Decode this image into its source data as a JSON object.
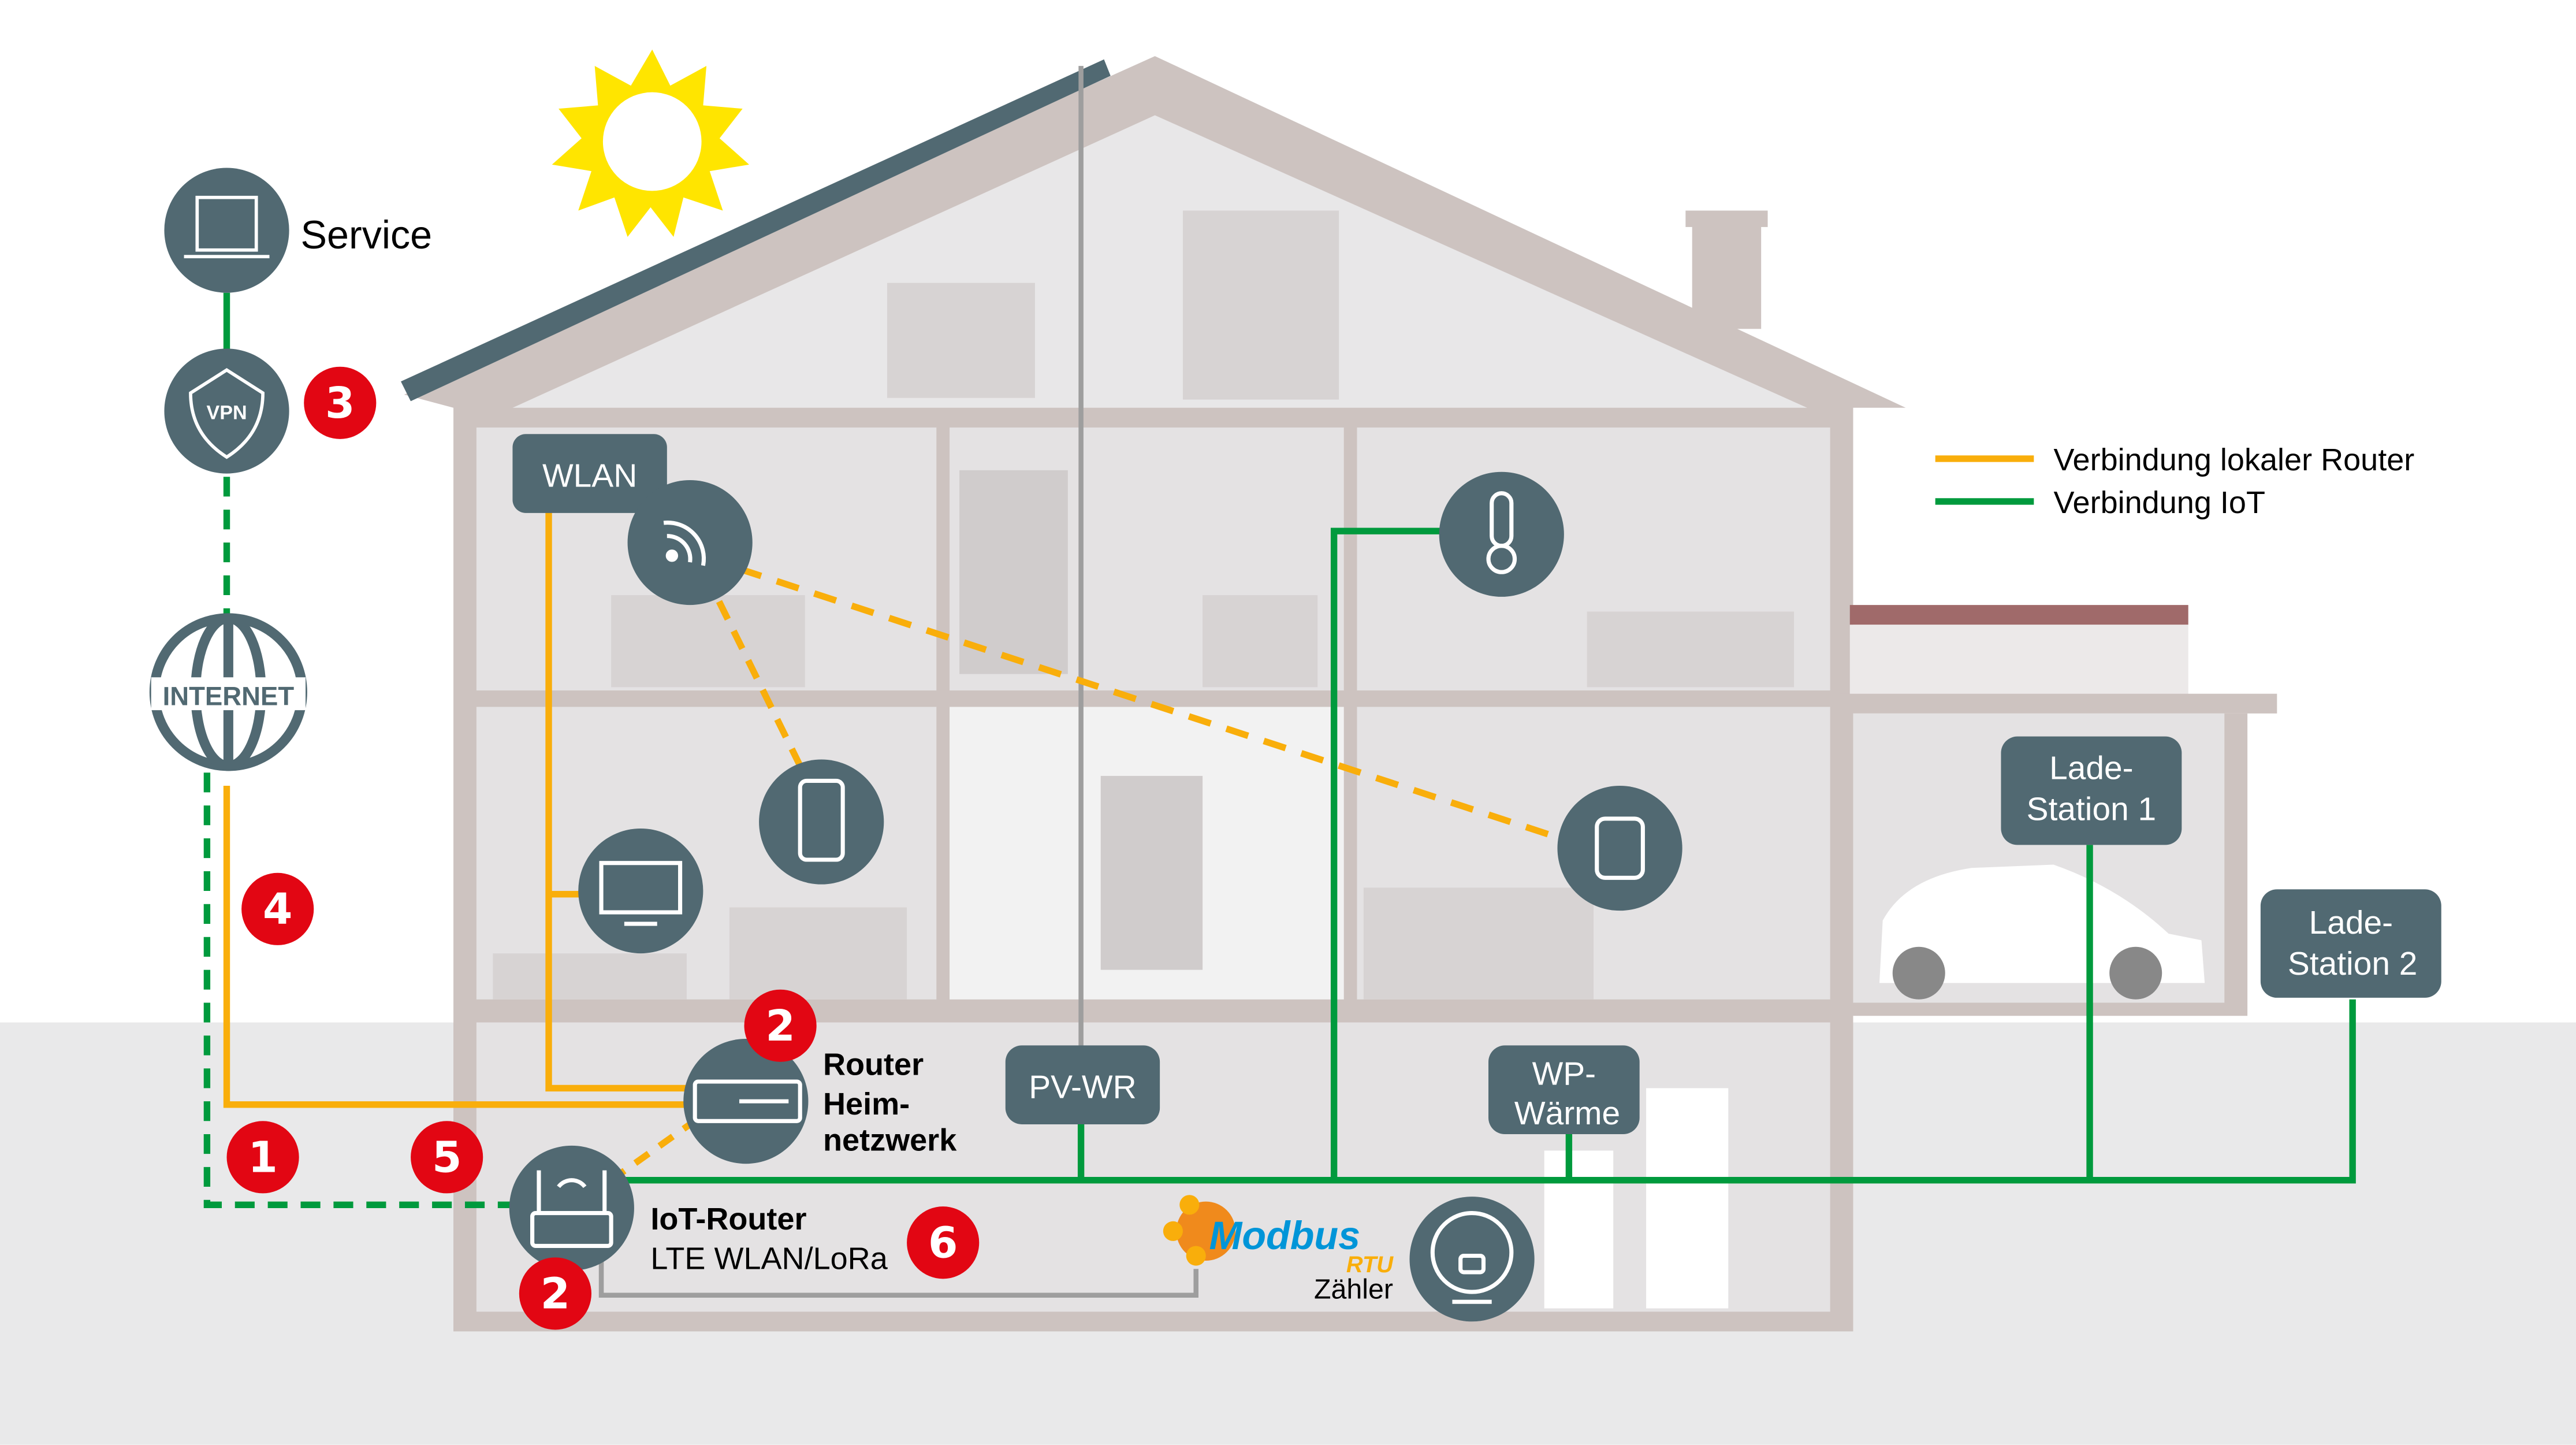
{
  "colors": {
    "node": "#516972",
    "house": "#cdc3c0",
    "interior": "#e4e2e3",
    "ground": "#e9e9ea",
    "local_router_line": "#f9ae0b",
    "iot_line": "#009a3d",
    "badge": "#e20613",
    "modbus_blue": "#0095d8",
    "modbus_orange": "#f9ae0b",
    "sun": "#ffe500"
  },
  "legend": {
    "items": [
      {
        "label": "Verbindung lokaler Router",
        "color": "#f9ae0b"
      },
      {
        "label": "Verbindung IoT",
        "color": "#009a3d"
      }
    ]
  },
  "nodes": {
    "service": {
      "label": "Service",
      "icon": "laptop-icon"
    },
    "vpn": {
      "label": "VPN",
      "icon": "shield-icon"
    },
    "internet": {
      "label": "INTERNET",
      "icon": "globe-icon"
    },
    "wlan": {
      "label": "WLAN",
      "icon": "wifi-icon"
    },
    "router_home": {
      "label_line1": "Router",
      "label_line2": "Heim-",
      "label_line3": "netzwerk",
      "icon": "router-icon"
    },
    "iot_router": {
      "label_line1": "IoT-Router",
      "label_line2": "LTE WLAN/LoRa",
      "icon": "wifi-router-icon"
    },
    "pv_wr": {
      "label": "PV-WR"
    },
    "wp_waerme": {
      "label_line1": "WP-",
      "label_line2": "Wärme"
    },
    "lade1": {
      "label_line1": "Lade-",
      "label_line2": "Station 1"
    },
    "lade2": {
      "label_line1": "Lade-",
      "label_line2": "Station 2"
    },
    "modbus": {
      "label1": "Modbus",
      "label2": "RTU"
    },
    "zaehler": {
      "label": "Zähler",
      "icon": "meter-icon"
    },
    "thermometer": {
      "icon": "thermometer-icon"
    },
    "smartphone": {
      "icon": "smartphone-icon"
    },
    "tv": {
      "icon": "tv-icon"
    },
    "smartwatch": {
      "icon": "smartwatch-icon"
    }
  },
  "badges": {
    "b1": "1",
    "b2a": "2",
    "b2b": "2",
    "b3": "3",
    "b4": "4",
    "b5": "5",
    "b6": "6"
  }
}
